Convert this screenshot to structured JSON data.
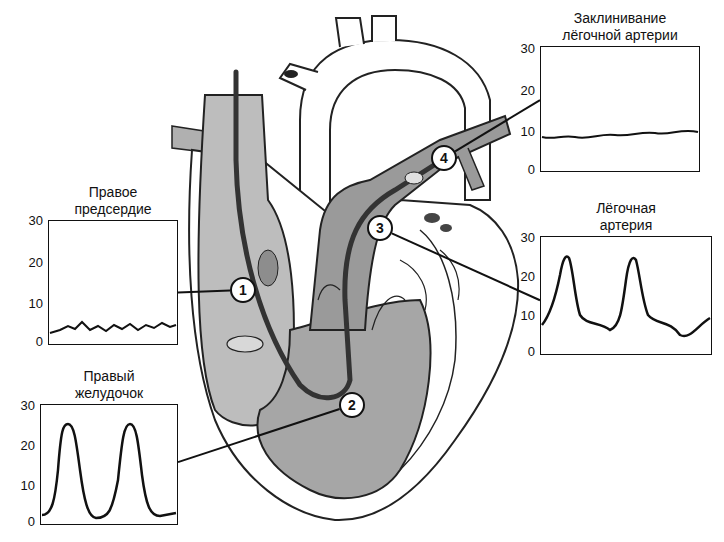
{
  "diagram": {
    "nodes": [
      {
        "text": [
          "Правое предсердие"
        ]
      },
      {
        "text": [
          "1"
        ]
      },
      {
        "text": [
          "Правый желудочок"
        ]
      },
      {
        "text": [
          "2"
        ]
      },
      {
        "text": [
          "Лёгочная артерия"
        ]
      },
      {
        "text": [
          "3"
        ]
      },
      {
        "text": [
          "Заклинивание лёгочной артерии"
        ]
      },
      {
        "text": [
          "4"
        ]
      }
    ],
    "edges": [
      {
        "from": 1,
        "to": 0,
        "arrow": "none"
      },
      {
        "from": 3,
        "to": 2,
        "arrow": "none"
      },
      {
        "from": 5,
        "to": 4,
        "arrow": "none"
      },
      {
        "from": 7,
        "to": 6,
        "arrow": "none"
      }
    ],
    "labels": [
      "30",
      "20",
      "10",
      "0",
      "30",
      "20",
      "10",
      "0",
      "30",
      "20",
      "10",
      "0",
      "30",
      "20",
      "10",
      "0"
    ]
  }
}
